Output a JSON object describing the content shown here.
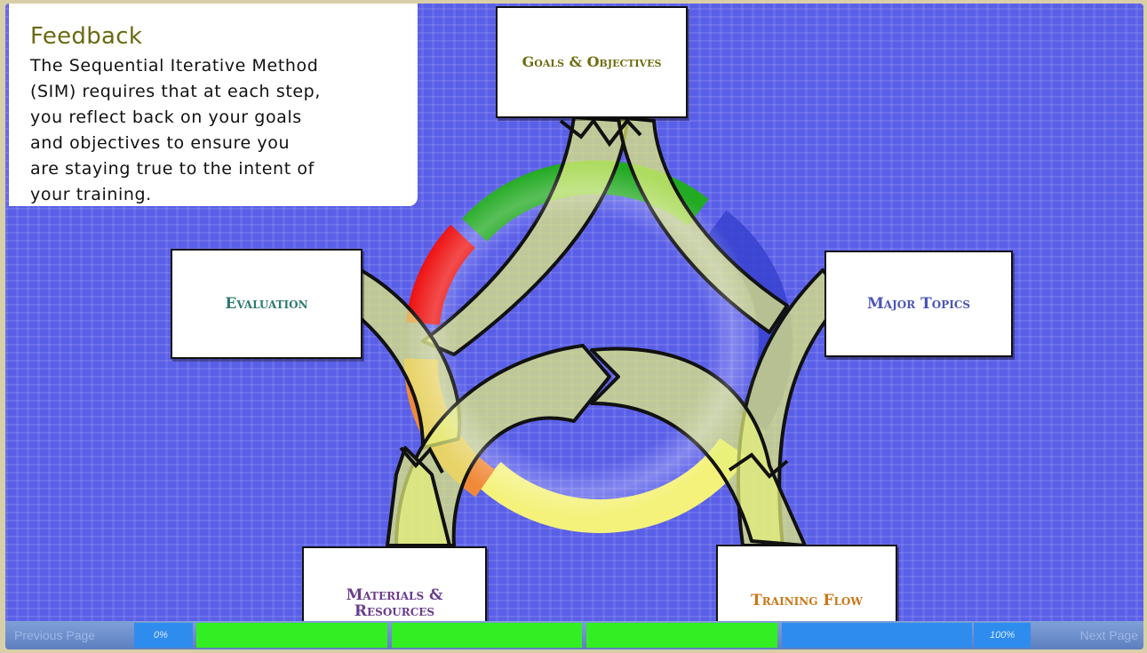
{
  "feedback": {
    "title": "Feedback",
    "lines": [
      "The Sequential Iterative Method",
      "(SIM) requires that at each step,",
      "you reflect back on your goals",
      "and objectives to ensure you",
      "are staying true to the intent of",
      "your training."
    ]
  },
  "nodes": {
    "goals": "Goals & Objectives",
    "topics": "Major Topics",
    "evaluation": "Evaluation",
    "materials_1": "Materials &",
    "materials_2": "Resources",
    "flow": "Training Flow"
  },
  "nav": {
    "previous": "Previous Page",
    "next": "Next Page",
    "start_pct": "0%",
    "end_pct": "100%",
    "progress_fraction": 0.75,
    "segments": 4,
    "complete_color": "#33ee22",
    "incomplete_color": "#2e8cef"
  },
  "colors": {
    "background": "#5a5fe8",
    "arrow_fill": "#e4f07a",
    "ring_green": "#22aa22",
    "ring_blue": "#3a44d0",
    "ring_red": "#ee1111",
    "ring_yellow": "#f4f27a"
  }
}
